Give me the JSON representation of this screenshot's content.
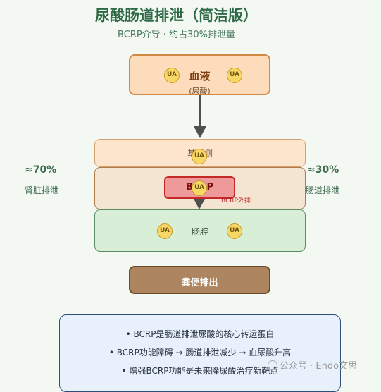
{
  "title": "尿酸肠道排泄（简洁版）",
  "subtitle": "BCRP介导 · 约占30%排泄量",
  "blood": {
    "label": "血液",
    "sub": "(尿酸)",
    "ua1": "UA",
    "ua2": "UA"
  },
  "basolateral": {
    "label": "基底侧",
    "ua": "UA"
  },
  "cell": {
    "bcrp": "BCRP",
    "ua": "UA",
    "efflux": "BCRP外排"
  },
  "lumen": {
    "label": "肠腔",
    "ua1": "UA",
    "ua2": "UA"
  },
  "feces": {
    "label": "粪便排出"
  },
  "left": {
    "pct": "≈70%",
    "label": "肾脏排泄"
  },
  "right": {
    "pct": "≈30%",
    "label": "肠道排泄"
  },
  "summary": {
    "items": [
      "• BCRP是肠道排泄尿酸的核心转运蛋白",
      "• BCRP功能障碍 → 肠道排泄减少 → 血尿酸升高",
      "• 增强BCRP功能是未来降尿酸治疗新靶点"
    ]
  },
  "watermark": "公众号 · Endo文思",
  "colors": {
    "title": "#2d6a45",
    "blood_fill": "#fddcbc",
    "bcrp_fill": "#ef9a9a",
    "lumen_fill": "#d8eed6",
    "feces_fill": "#ad8560",
    "summary_fill": "#e8f1fb"
  }
}
